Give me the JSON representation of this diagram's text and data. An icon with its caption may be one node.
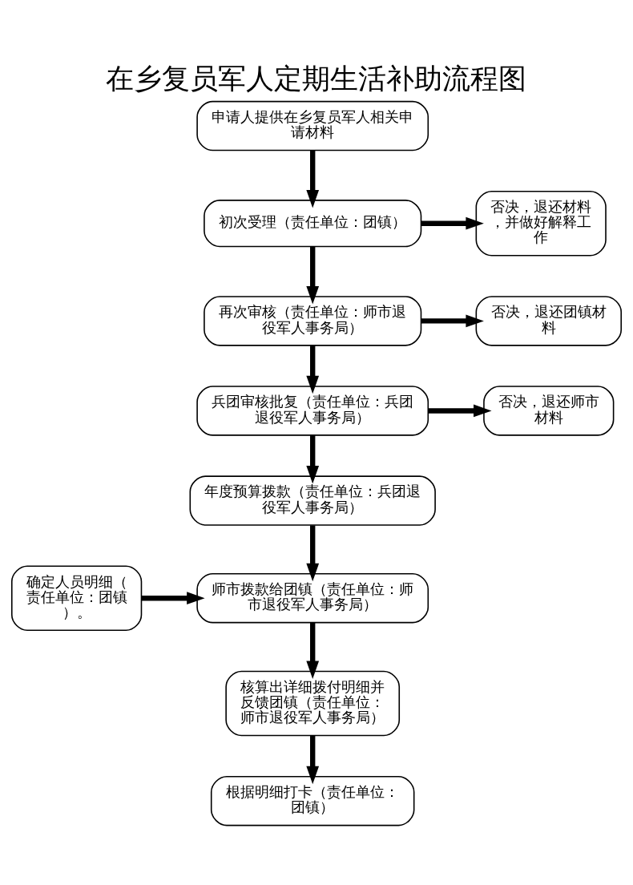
{
  "diagram": {
    "title": "在乡复员军人定期生活补助流程图",
    "nodes": [
      {
        "text": [
          "申请人提供在乡复员军人相关申请材料"
        ]
      },
      {
        "text": [
          "初次受理（责任单位：团镇）"
        ]
      },
      {
        "text": [
          "否决，退还材料，并做好解释工作"
        ]
      },
      {
        "text": [
          "再次审核（责任单位：师市退役军人事务局）"
        ]
      },
      {
        "text": [
          "否决，退还团镇材料"
        ]
      },
      {
        "text": [
          "兵团审核批复（责任单位：兵团退役军人事务局）"
        ]
      },
      {
        "text": [
          "否决，退还师市材料"
        ]
      },
      {
        "text": [
          "年度预算拨款（责任单位：兵团退役军人事务局）"
        ]
      },
      {
        "text": [
          "确定人员明细（责任单位：团镇）。"
        ]
      },
      {
        "text": [
          "师市拨款给团镇（责任单位：师市退役军人事务局）"
        ]
      },
      {
        "text": [
          "核算出详细拨付明细并反馈团镇（责任单位：师市退役军人事务局）"
        ]
      },
      {
        "text": [
          "根据明细打卡（责任单位：团镇）"
        ]
      }
    ],
    "edges": [
      {
        "from": 0,
        "to": 1,
        "arrow": "to"
      },
      {
        "from": 1,
        "to": 2,
        "arrow": "to"
      },
      {
        "from": 1,
        "to": 3,
        "arrow": "to"
      },
      {
        "from": 3,
        "to": 4,
        "arrow": "to"
      },
      {
        "from": 3,
        "to": 5,
        "arrow": "to"
      },
      {
        "from": 5,
        "to": 6,
        "arrow": "to"
      },
      {
        "from": 5,
        "to": 7,
        "arrow": "to"
      },
      {
        "from": 7,
        "to": 9,
        "arrow": "to"
      },
      {
        "from": 8,
        "to": 9,
        "arrow": "to"
      },
      {
        "from": 9,
        "to": 10,
        "arrow": "to"
      },
      {
        "from": 10,
        "to": 11,
        "arrow": "to"
      }
    ]
  }
}
